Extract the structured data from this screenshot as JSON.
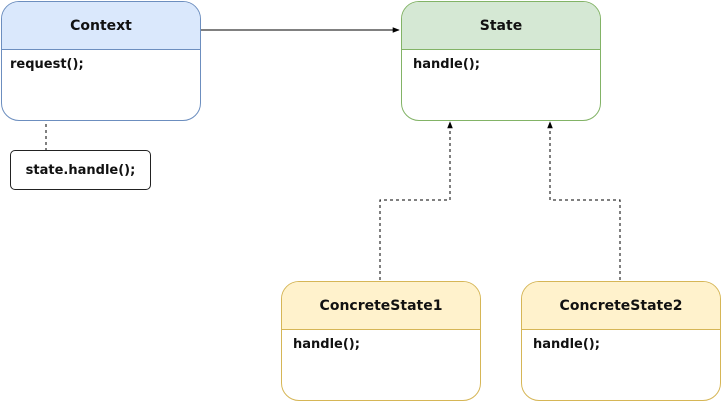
{
  "colors": {
    "blue_fill": "#dae8fc",
    "blue_stroke": "#6c8ebf",
    "green_fill": "#d5e8d4",
    "green_stroke": "#82b366",
    "yellow_fill": "#fff2cc",
    "yellow_stroke": "#d6b656",
    "line": "#000000"
  },
  "nodes": {
    "context": {
      "title": "Context",
      "method": "request();"
    },
    "note": {
      "text": "state.handle();"
    },
    "state": {
      "title": "State",
      "method": "handle();"
    },
    "concrete1": {
      "title": "ConcreteState1",
      "method": "handle();"
    },
    "concrete2": {
      "title": "ConcreteState2",
      "method": "handle();"
    }
  },
  "edges": [
    {
      "from": "context",
      "to": "state",
      "style": "solid",
      "head": "filled-arrow"
    },
    {
      "from": "context",
      "to": "note",
      "style": "dashed",
      "head": "none"
    },
    {
      "from": "concrete1",
      "to": "state",
      "style": "dashed",
      "head": "filled-arrow"
    },
    {
      "from": "concrete2",
      "to": "state",
      "style": "dashed",
      "head": "filled-arrow"
    }
  ]
}
